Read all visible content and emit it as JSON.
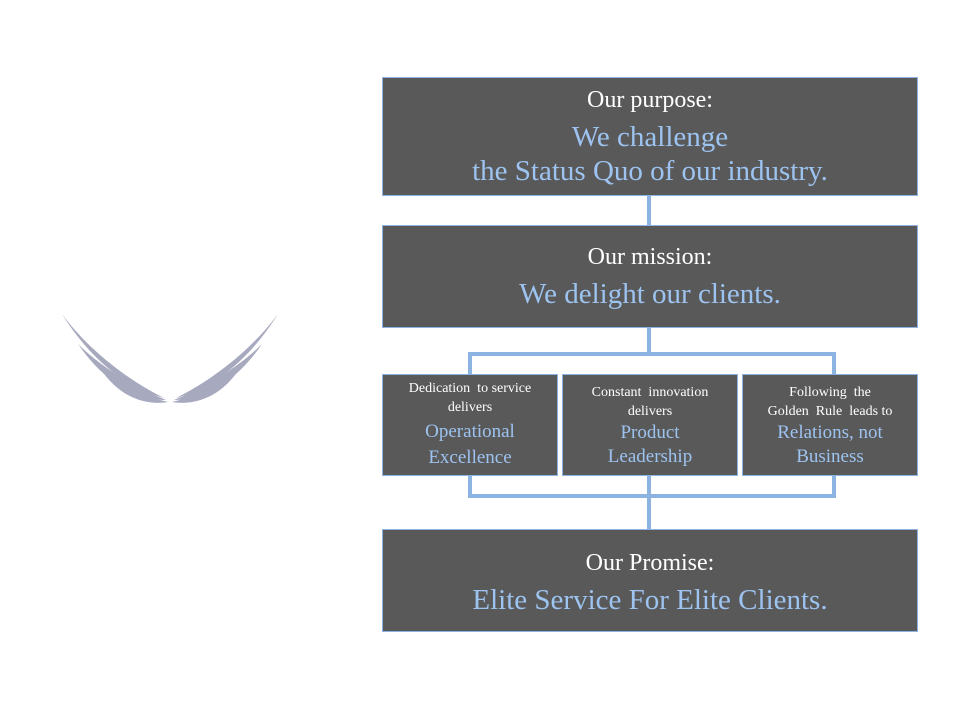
{
  "logo": {
    "icon": "wings-icon",
    "color": "#a7a9bf"
  },
  "purpose": {
    "label": "Our purpose:",
    "line1": "We challenge",
    "line2": "the Status Quo of our industry."
  },
  "mission": {
    "label": "Our mission:",
    "text": "We delight our clients."
  },
  "pillars": [
    {
      "intro_line1": "Dedication  to service",
      "intro_line2": "delivers",
      "value_line1": "Operational",
      "value_line2": "Excellence"
    },
    {
      "intro_line1": "Constant  innovation",
      "intro_line2": "delivers",
      "value_line1": "Product",
      "value_line2": "Leadership"
    },
    {
      "intro_line1": "Following  the",
      "intro_line2": "Golden  Rule  leads to",
      "value_line1": "Relations, not",
      "value_line2": "Business"
    }
  ],
  "promise": {
    "label": "Our Promise:",
    "text": "Elite Service For Elite Clients."
  },
  "colors": {
    "box_fill": "#595959",
    "accent_text": "#9dc3f0",
    "connector": "#8db3e2"
  }
}
